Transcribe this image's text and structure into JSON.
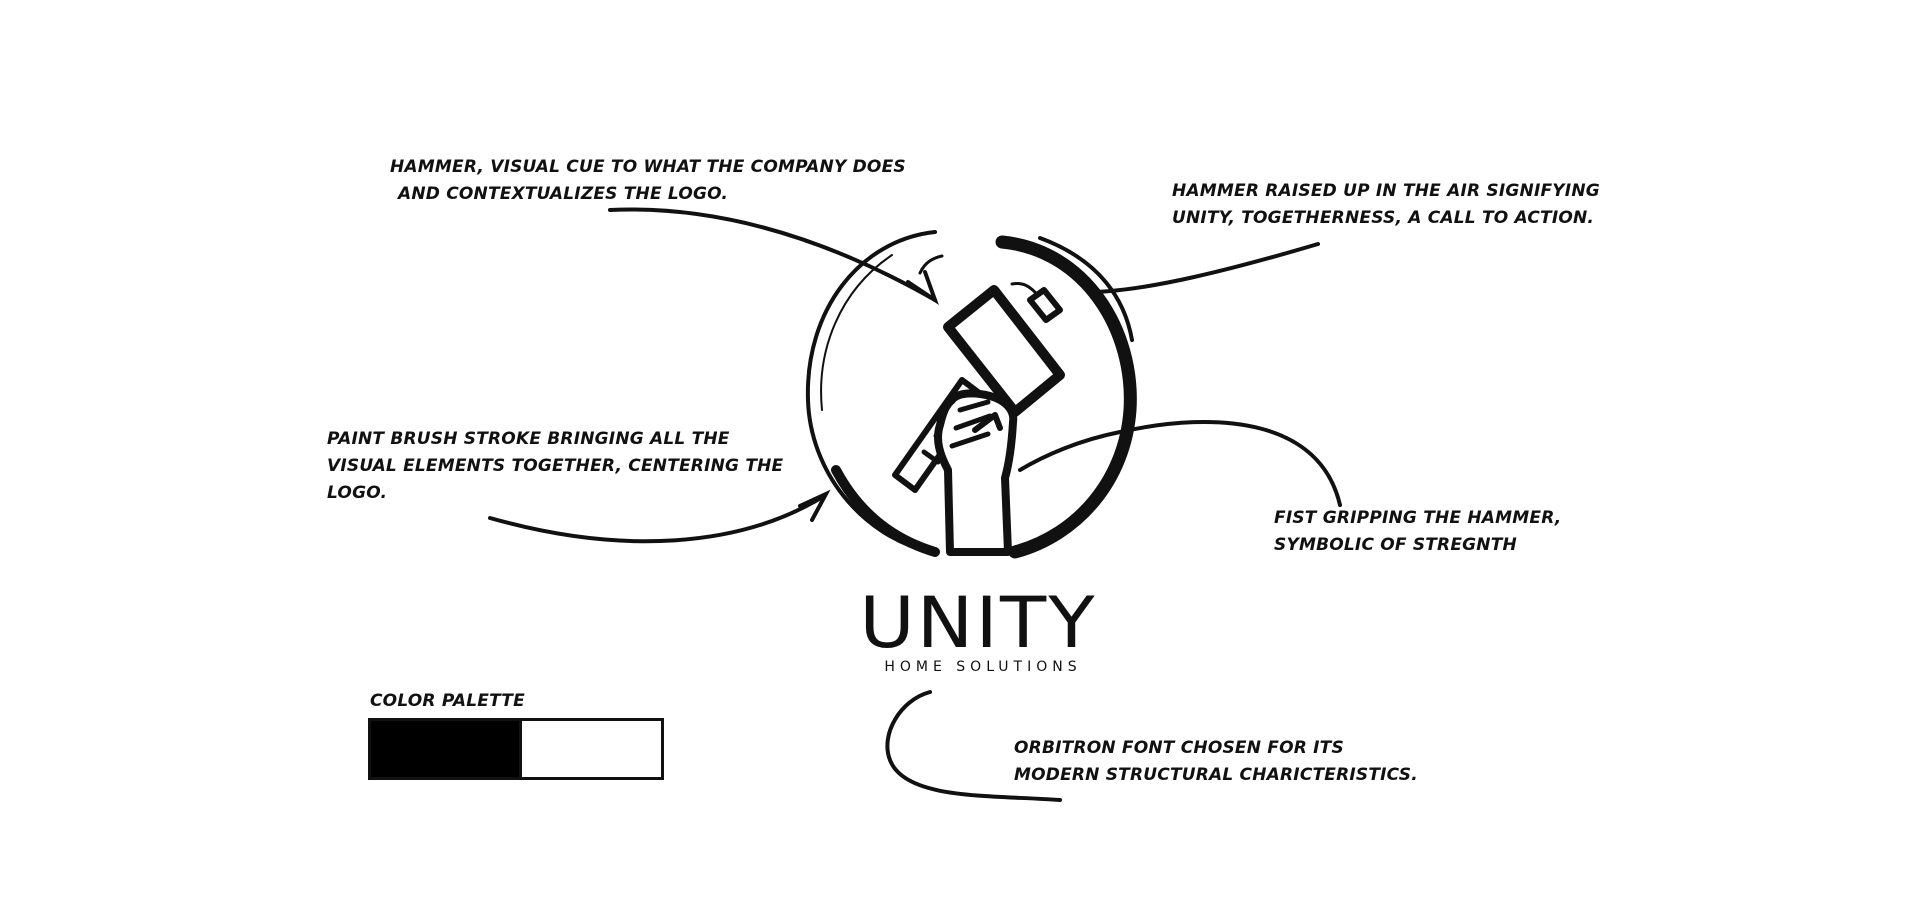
{
  "annotations": {
    "hammer": [
      "HAMMER, VISUAL CUE TO WHAT THE COMPANY DOES",
      "AND CONTEXTUALIZES THE LOGO."
    ],
    "raised": [
      "HAMMER RAISED UP IN THE AIR SIGNIFYING",
      "UNITY, TOGETHERNESS, A CALL TO ACTION."
    ],
    "brush": [
      "PAINT BRUSH STROKE BRINGING ALL THE",
      "VISUAL ELEMENTS TOGETHER, CENTERING THE",
      "LOGO."
    ],
    "fist": [
      "FIST GRIPPING THE HAMMER,",
      "SYMBOLIC OF STREGNTH"
    ],
    "font": [
      "ORBITRON FONT CHOSEN FOR ITS",
      "MODERN STRUCTURAL CHARICTERISTICS."
    ]
  },
  "wordmark": {
    "title": "UNITY",
    "subtitle": "HOME SOLUTIONS"
  },
  "palette": {
    "label": "COLOR PALETTE",
    "colors": [
      "#000000",
      "#ffffff"
    ]
  },
  "colors": {
    "ink": "#111111",
    "background": "#ffffff"
  }
}
